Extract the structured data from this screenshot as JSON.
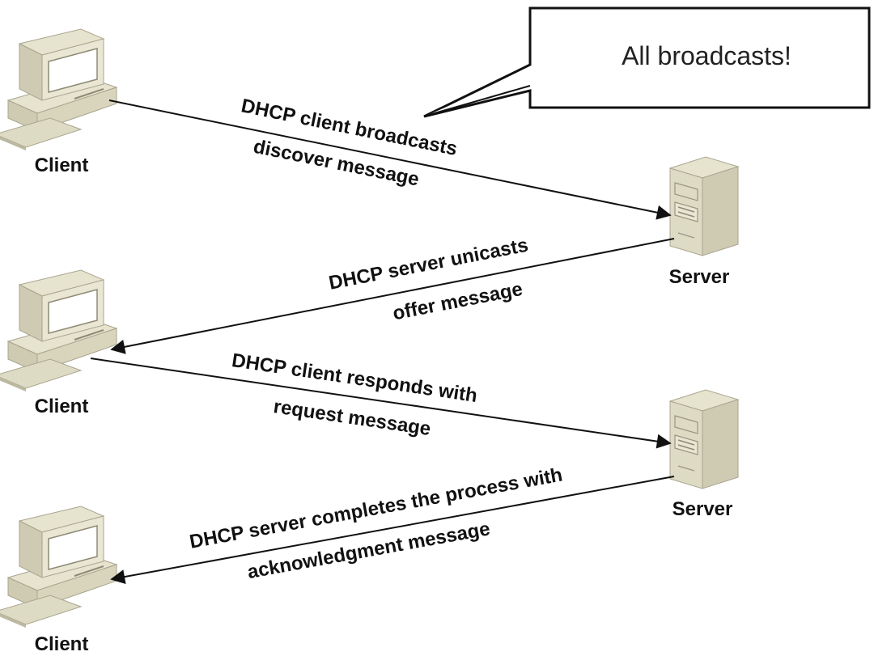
{
  "callout": {
    "text": "All broadcasts!"
  },
  "nodes": {
    "client_1": "Client",
    "client_2": "Client",
    "client_3": "Client",
    "server_1": "Server",
    "server_2": "Server"
  },
  "messages": {
    "discover": {
      "line1": "DHCP client broadcasts",
      "line2": "discover message"
    },
    "offer": {
      "line1": "DHCP server unicasts",
      "line2": "offer message"
    },
    "request": {
      "line1": "DHCP client responds with",
      "line2": "request message"
    },
    "ack": {
      "line1": "DHCP server completes the process with",
      "line2": "acknowledgment message"
    }
  },
  "colors": {
    "device_light": "#e6e3cf",
    "device_mid": "#cfcbb2",
    "device_dark": "#a9a58e",
    "screen": "#ffffff",
    "line": "#111111"
  }
}
